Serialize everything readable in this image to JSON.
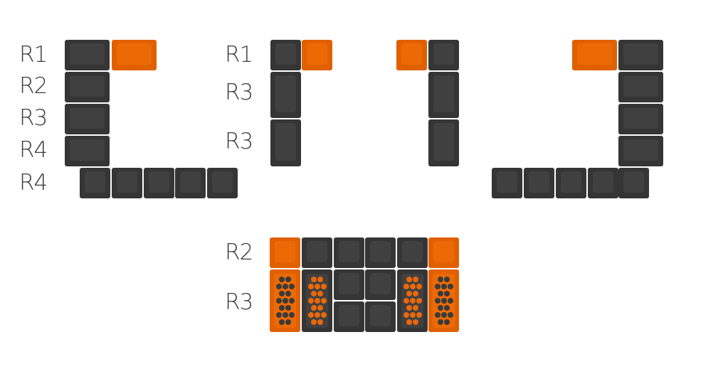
{
  "colors": {
    "dark": "#353535",
    "orange": "#e06000",
    "label": "#3c3c3c"
  },
  "group_left": {
    "labels": [
      "R1",
      "R2",
      "R3",
      "R4",
      "R4"
    ]
  },
  "group_middle": {
    "labels": [
      "R1",
      "R3",
      "R3"
    ]
  },
  "group_bottom": {
    "labels": [
      "R2",
      "R3"
    ]
  }
}
